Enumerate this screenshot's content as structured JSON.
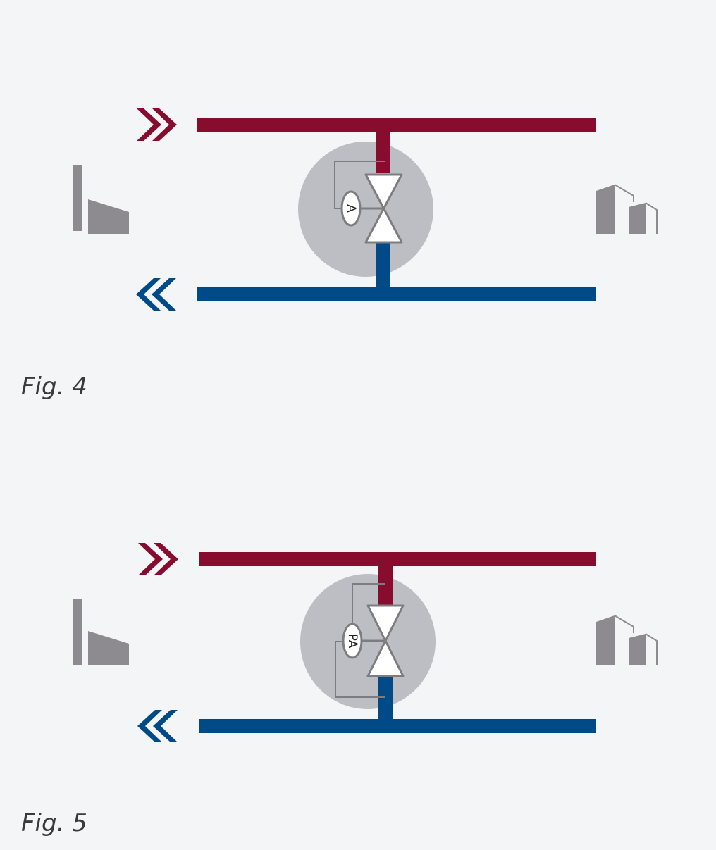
{
  "colors": {
    "background": "#f4f5f7",
    "supply": "#880c2e",
    "return": "#004b87",
    "station_disc": "#bdbec3",
    "building": "#8d8b8f",
    "valve_outline": "#7d7d81",
    "control_line": "#7d7d81"
  },
  "icons": {
    "plant": "factory-icon",
    "consumer": "buildings-icon",
    "supply_direction": "double-chevron-right-icon",
    "return_direction": "double-chevron-left-icon",
    "valve": "valve-icon"
  },
  "figures": [
    {
      "caption": "Fig. 4",
      "controller_label": "A",
      "controller_connections": [
        "supply"
      ]
    },
    {
      "caption": "Fig. 5",
      "controller_label": "PA",
      "controller_connections": [
        "supply",
        "return"
      ]
    }
  ]
}
